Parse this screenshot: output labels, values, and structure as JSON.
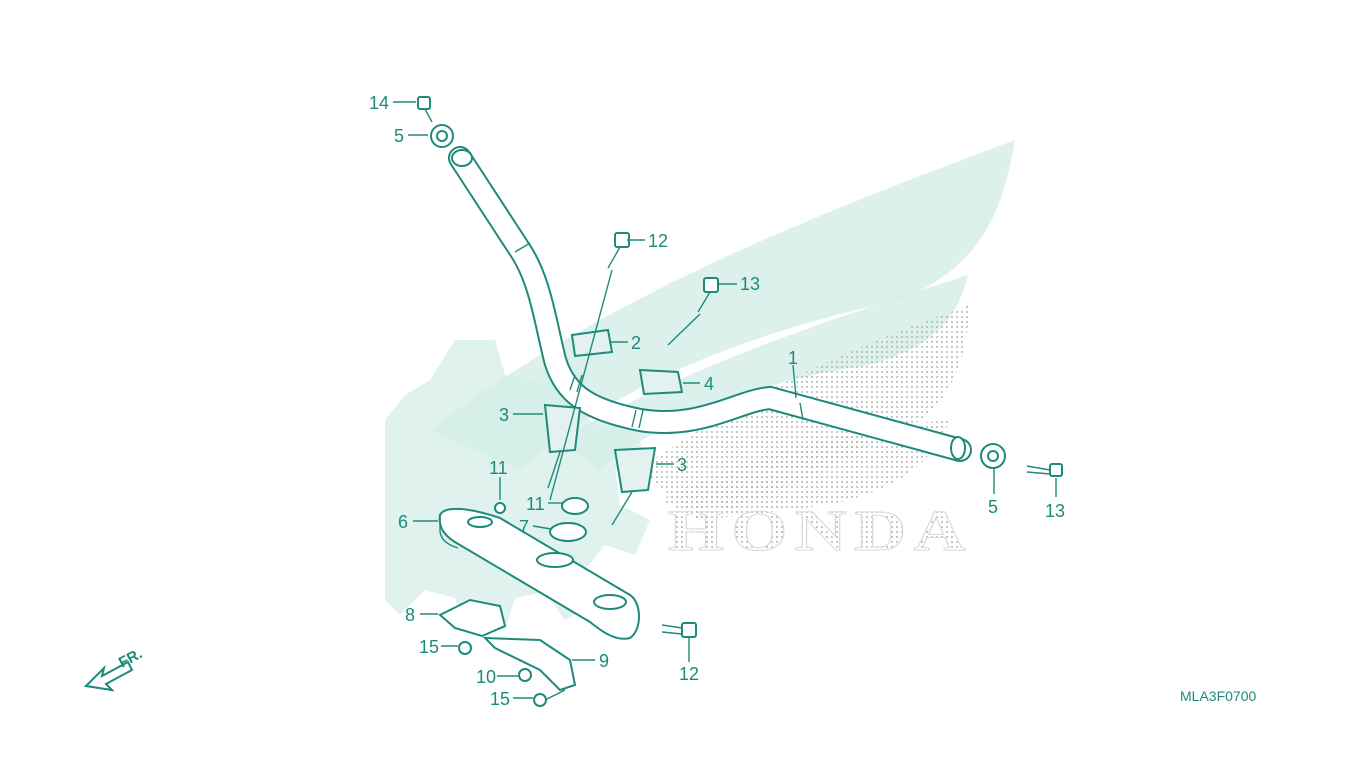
{
  "diagram": {
    "drawing_code": "MLA3F0700",
    "direction_label": "FR.",
    "watermark_text": "HONDA",
    "colors": {
      "line": "#1e8a7c",
      "watermark": "#d4ede7",
      "dots": "#b3b3b3"
    }
  },
  "callouts": [
    {
      "id": "c1",
      "text": "1"
    },
    {
      "id": "c2",
      "text": "2"
    },
    {
      "id": "c3a",
      "text": "3"
    },
    {
      "id": "c3b",
      "text": "3"
    },
    {
      "id": "c4",
      "text": "4"
    },
    {
      "id": "c5a",
      "text": "5"
    },
    {
      "id": "c5b",
      "text": "5"
    },
    {
      "id": "c6",
      "text": "6"
    },
    {
      "id": "c7",
      "text": "7"
    },
    {
      "id": "c8",
      "text": "8"
    },
    {
      "id": "c9",
      "text": "9"
    },
    {
      "id": "c10",
      "text": "10"
    },
    {
      "id": "c11a",
      "text": "11"
    },
    {
      "id": "c11b",
      "text": "11"
    },
    {
      "id": "c12a",
      "text": "12"
    },
    {
      "id": "c12b",
      "text": "12"
    },
    {
      "id": "c13a",
      "text": "13"
    },
    {
      "id": "c13b",
      "text": "13"
    },
    {
      "id": "c14",
      "text": "14"
    },
    {
      "id": "c15a",
      "text": "15"
    },
    {
      "id": "c15b",
      "text": "15"
    }
  ]
}
